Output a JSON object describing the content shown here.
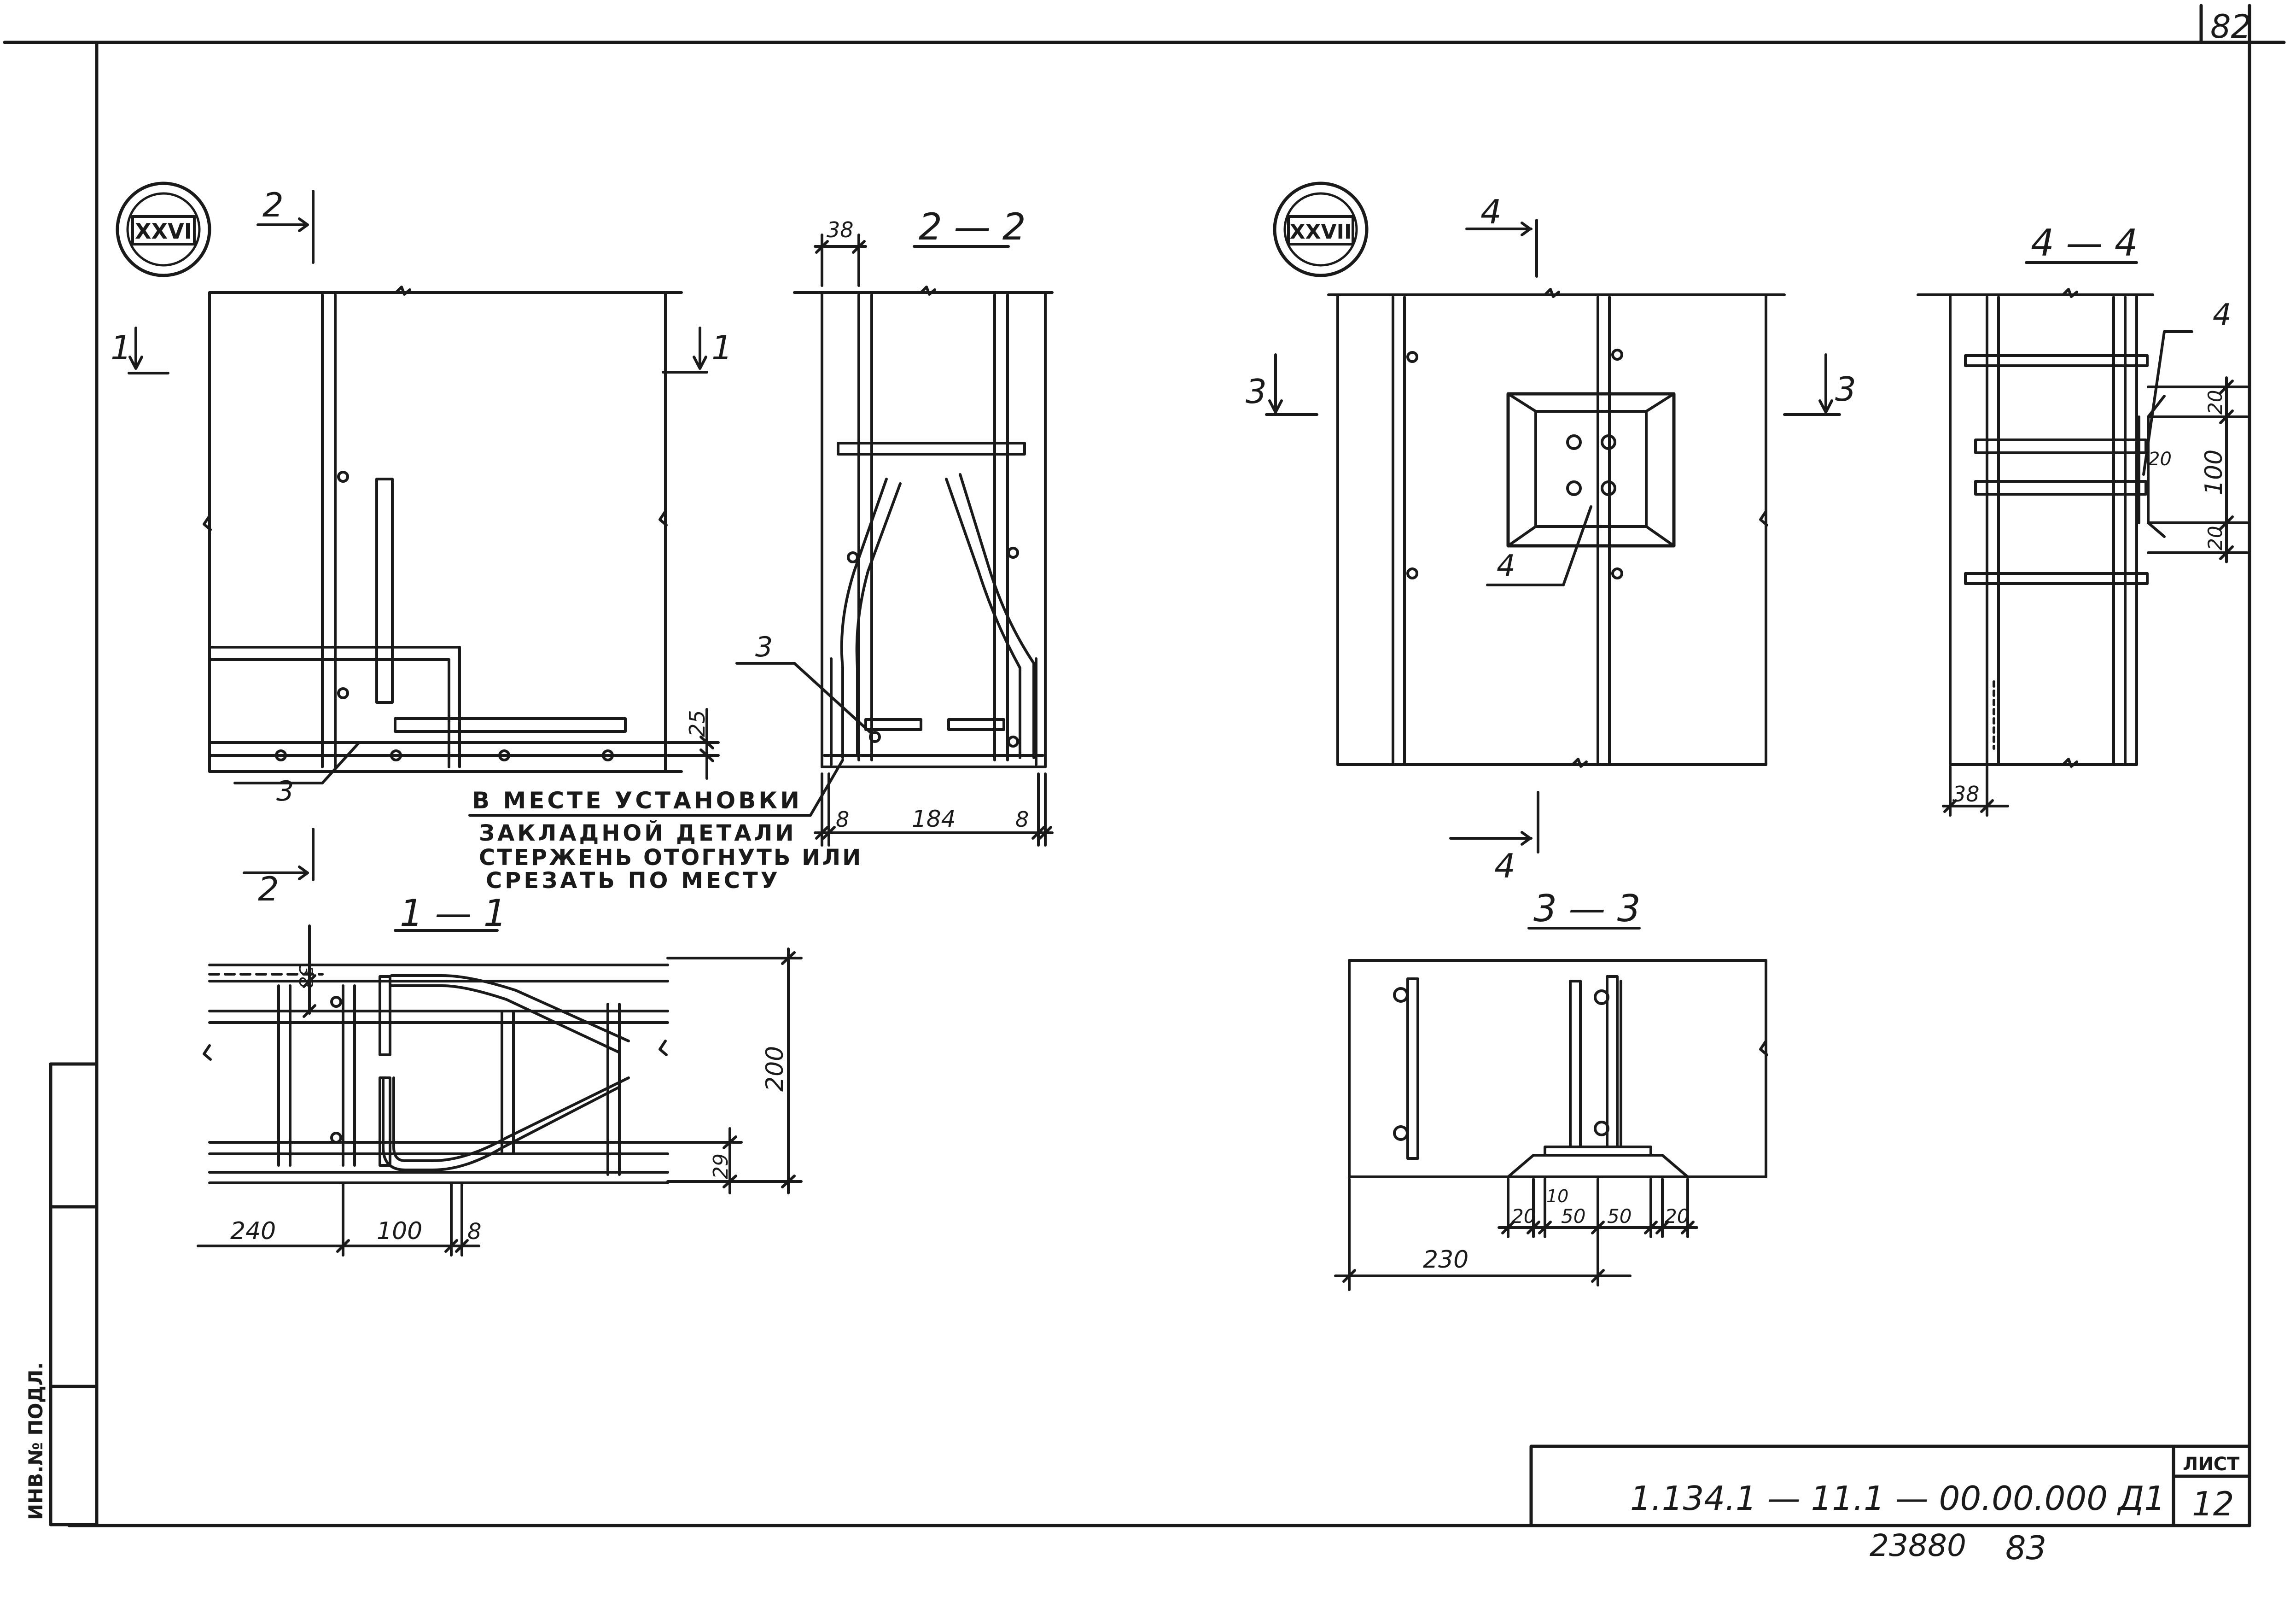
{
  "sheet_number_top": "82",
  "details": [
    {
      "roman": "XXVI"
    },
    {
      "roman": "XXVII"
    }
  ],
  "sections": {
    "s1": {
      "mark": "1",
      "title": "1 — 1"
    },
    "s2": {
      "mark": "2",
      "title": "2 — 2"
    },
    "s3": {
      "mark": "3",
      "title": "3 — 3"
    },
    "s4": {
      "mark": "4",
      "title": "4 — 4"
    }
  },
  "callouts": {
    "pos3": "3",
    "pos4": "4"
  },
  "note": {
    "lines": [
      "В МЕСТЕ УСТАНОВКИ",
      "ЗАКЛАДНОЙ ДЕТАЛИ",
      "СТЕРЖЕНЬ ОТОГНУТЬ ИЛИ",
      "СРЕЗАТЬ ПО МЕСТУ"
    ]
  },
  "dimensions": {
    "d38": "38",
    "d25": "25",
    "d8": "8",
    "d184": "184",
    "d200": "200",
    "d29": "29",
    "d240": "240",
    "d100": "100",
    "d20": "20",
    "d10": "10",
    "d50": "50",
    "d230": "230"
  },
  "title_block": {
    "designation": "1.134.1 — 11.1 — 00.00.000 Д1",
    "sheet_label": "ЛИСТ",
    "sheet_number": "12",
    "inventory": "23880",
    "page": "83",
    "side_stamp": "ИНВ.№ ПОДЛ."
  }
}
